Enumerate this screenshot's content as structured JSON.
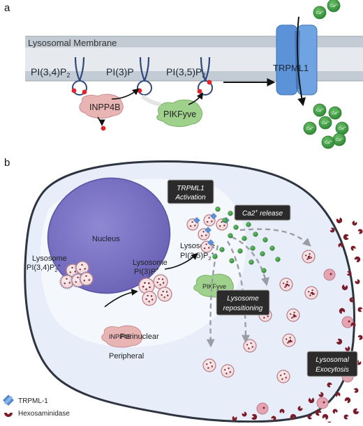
{
  "panel_a": {
    "label": "a",
    "membrane_label": "Lysosomal Membrane",
    "pi34p2": "PI(3,4)P",
    "pi34p2_sub": "2",
    "pi3p": "PI(3)P",
    "pi35p2": "PI(3,5)P",
    "pi35p2_sub": "2",
    "inpp4b": "INPP4B",
    "pikfyve": "PIKFyve",
    "trpml1": "TRPML1",
    "ca_ion": "Ca",
    "ca_charge": "2+"
  },
  "panel_b": {
    "label": "b",
    "nucleus": "Nucleus",
    "lyso_34_title": "Lysosome",
    "lyso_34_name": "PI(3,4)P",
    "lyso_34_sub": "2",
    "lyso_34_sup": "+",
    "lyso_3_title": "Lysosome",
    "lyso_3_name": "PI(3)P",
    "lyso_3_sup": "+",
    "lyso_35_title": "Lysosome",
    "lyso_35_name": "PI(3,5)P",
    "lyso_35_sub": "2",
    "lyso_35_sup": "+",
    "inpp4b": "INPP4B",
    "pikfyve": "PIKFyve",
    "trpml1_activation_1": "TRPML1",
    "trpml1_activation_2": "Activation",
    "ca_release_pre": "Ca2",
    "ca_release_sup": "+",
    "ca_release_post": " release",
    "lysosome_repositioning_1": "Lysosome",
    "lysosome_repositioning_2": "repositioning",
    "lysosomal_exocytosis_1": "Lysosomal",
    "lysosomal_exocytosis_2": "Exocytosis",
    "perinuclear": "Perinuclear",
    "peripheral": "Peripheral"
  },
  "legend": {
    "trpml1": "TRPML-1",
    "hexosaminidase": "Hexosaminidase"
  },
  "colors": {
    "membrane": "#b9c3cc",
    "membrane_line": "#8d98a3",
    "receptor": "#2f4a7a",
    "phosphate": "#e3242b",
    "inpp4b": "#e8b4b4",
    "pikfyve": "#9fd08c",
    "trpml1": "#5c93d8",
    "calcium": "#3f9e3f",
    "cell_fill": "#e8eef9",
    "cell_stroke": "#2e3440",
    "nucleus": "#8078c6",
    "lysosome": "#f3dede",
    "hexosaminidase": "#7a1d2a",
    "callout": "#2b2b2b"
  }
}
